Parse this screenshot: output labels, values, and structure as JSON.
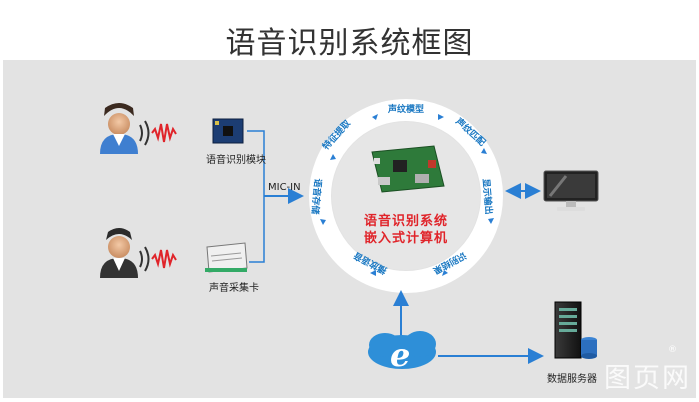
{
  "title": "语音识别系统框图",
  "left": {
    "module1_label": "语音识别模块",
    "module2_label": "声音采集卡",
    "input_label": "MIC-IN"
  },
  "ring_segments": [
    "声纹模型",
    "声纹匹配",
    "显示输出",
    "识别结果",
    "播放语音",
    "语音存储",
    "特征提取"
  ],
  "center": {
    "line1": "语音识别系统",
    "line2": "嵌入式计算机"
  },
  "server_label": "数据服务器",
  "watermark": "图页网",
  "watermark_mark": "®",
  "colors": {
    "accent": "#1a78c2",
    "arrow": "#2a7fd4",
    "ring": "#ffffff",
    "center_text": "#e0242a",
    "sound_wave": "#e0242a"
  }
}
